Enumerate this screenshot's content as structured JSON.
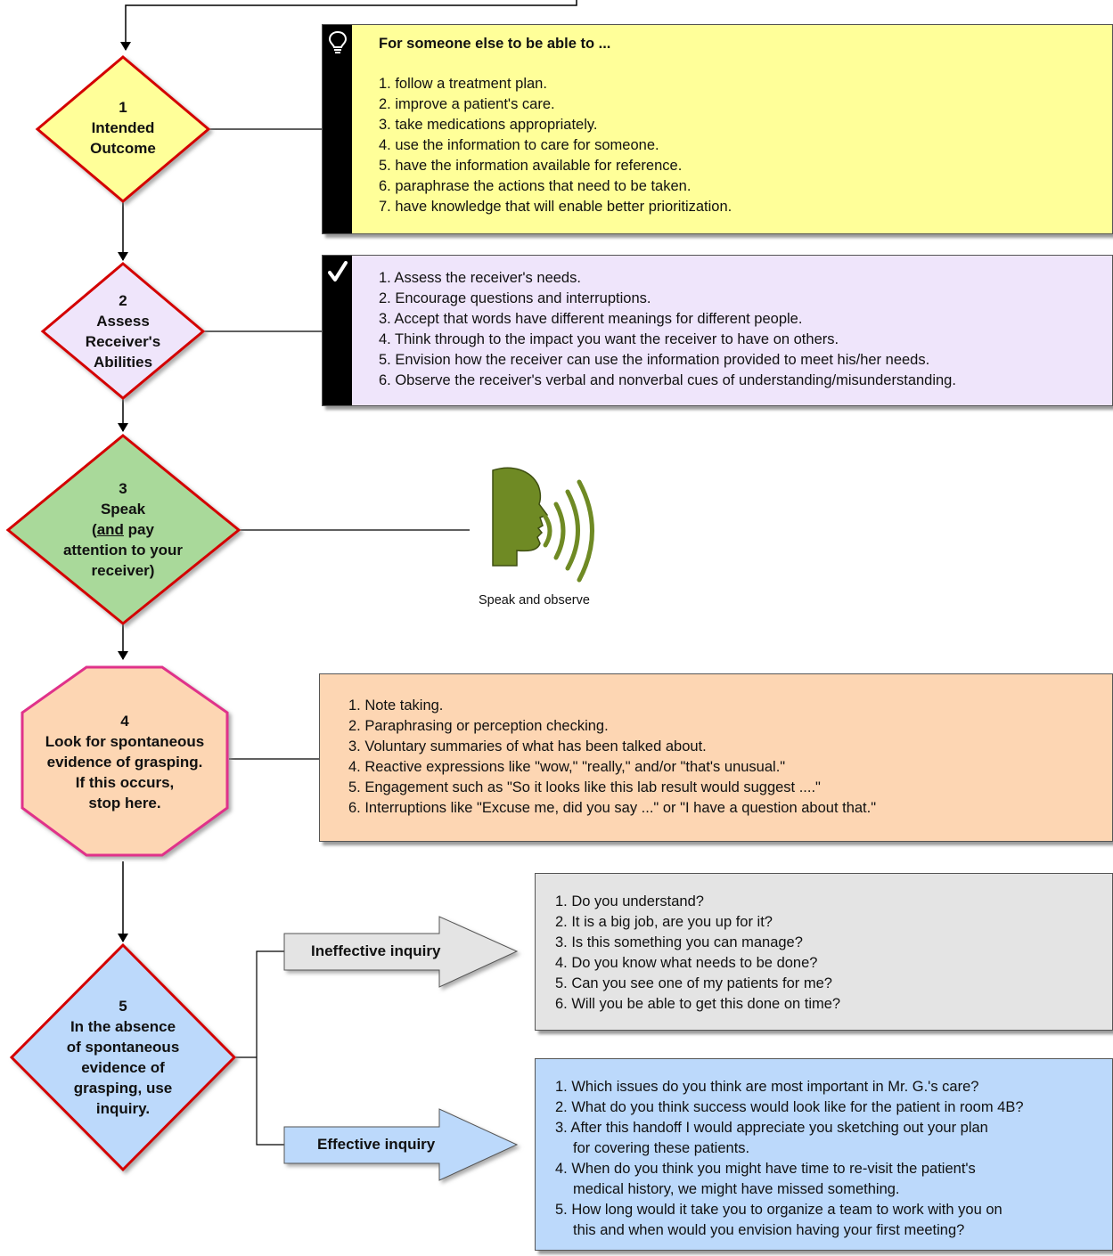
{
  "nodes": [
    {
      "id": "1",
      "number": "1",
      "lines": [
        "Intended",
        "Outcome"
      ],
      "color": "#ffff99",
      "border": "#d40000"
    },
    {
      "id": "2",
      "number": "2",
      "lines": [
        "Assess",
        "Receiver's",
        "Abilities"
      ],
      "color": "#efe5fb",
      "border": "#d40000"
    },
    {
      "id": "3",
      "number": "3",
      "lines": [
        "Speak"
      ],
      "underlined": "and",
      "line_after_underlined": " pay",
      "lines_after": [
        "attention to your",
        "receiver)"
      ],
      "color": "#a9d99a",
      "border": "#d40000"
    },
    {
      "id": "4",
      "number": "4",
      "lines": [
        "Look for spontaneous",
        "evidence of grasping.",
        "If this occurs,",
        "stop here."
      ],
      "color": "#fdd6b3",
      "border": "#e0318a"
    },
    {
      "id": "5",
      "number": "5",
      "lines": [
        "In the absence",
        "of spontaneous",
        "evidence of",
        "grasping, use",
        "inquiry."
      ],
      "color": "#bcd9fb",
      "border": "#d40000"
    }
  ],
  "node3_open_paren": "(",
  "panels": {
    "intended_outcome": {
      "heading": "For someone else to be able to ...",
      "icon": "lightbulb-icon",
      "color": "#ffff99",
      "items": [
        "1. follow a treatment plan.",
        "2. improve a patient's care.",
        "3. take medications appropriately.",
        "4. use the information to care for someone.",
        "5. have the information available for reference.",
        "6. paraphrase the actions that need to be taken.",
        "7. have knowledge that will enable better prioritization."
      ]
    },
    "assess": {
      "icon": "checkmark-icon",
      "color": "#efe5fb",
      "items": [
        "1. Assess the receiver's needs.",
        "2. Encourage questions and interruptions.",
        "3. Accept that words have different meanings for different people.",
        "4. Think through to the impact you want the receiver to have on others.",
        "5. Envision how the receiver can use the information provided to meet his/her needs.",
        "6. Observe the receiver's verbal and nonverbal cues of understanding/misunderstanding."
      ]
    },
    "evidence": {
      "color": "#fdd6b3",
      "items": [
        "1. Note taking.",
        "2. Paraphrasing or perception checking.",
        "3. Voluntary summaries of what has been talked about.",
        "4. Reactive expressions like \"wow,\" \"really,\" and/or \"that's unusual.\"",
        "5. Engagement such as \"So it looks like this lab result would suggest ....\"",
        "6. Interruptions like \"Excuse me, did you say ...\" or \"I have a question about that.\""
      ]
    },
    "ineffective": {
      "color": "#e4e4e4",
      "items": [
        "1. Do you understand?",
        "2. It is a big job, are you up for it?",
        "3. Is this something you can manage?",
        "4. Do you know what needs to be done?",
        "5. Can you see one of my patients for me?",
        "6. Will you be able to get this done on time?"
      ]
    },
    "effective": {
      "color": "#bcd9fb",
      "items": [
        {
          "first": "1. Which issues do you think are most important in Mr. G.'s care?"
        },
        {
          "first": "2. What do you think success would look like for the patient in room 4B?"
        },
        {
          "first": "3. After this handoff I would appreciate you sketching out your plan",
          "cont": "for covering these patients."
        },
        {
          "first": "4. When do you think you might have time to re-visit the patient's",
          "cont": "medical history, we might have missed something."
        },
        {
          "first": "5. How long would it take you to organize a team to work with you on",
          "cont": "this and when would you envision having your first meeting?"
        }
      ]
    }
  },
  "arrows": {
    "ineffective_label": "Ineffective inquiry",
    "ineffective_color": "#e4e4e4",
    "effective_label": "Effective inquiry",
    "effective_color": "#bcd9fb"
  },
  "speak_icon": {
    "name": "speaking-head-icon",
    "caption": "Speak and observe",
    "color": "#6f8a24"
  }
}
